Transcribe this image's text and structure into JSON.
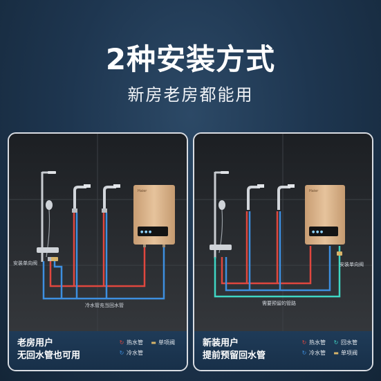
{
  "header": {
    "title": "2种安装方式",
    "subtitle": "新房老房都能用"
  },
  "brand": "Haier",
  "panels": [
    {
      "footer_line1": "老房用户",
      "footer_line2": "无回水管也可用",
      "pipe_note": "冷水管充当回水管",
      "valve_note": "安装单向阀",
      "legend": {
        "hot": "热水管",
        "valve": "单项阀",
        "cold": "冷水管"
      }
    },
    {
      "footer_line1": "新装用户",
      "footer_line2": "提前预留回水管",
      "pipe_note": "需要预留的管路",
      "valve_note": "安装单向阀",
      "legend": {
        "hot": "热水管",
        "return": "回水管",
        "cold": "冷水管",
        "valve": "单项阀"
      }
    }
  ],
  "colors": {
    "hot_pipe": "#e0473e",
    "cold_pipe": "#3d8fe0",
    "return_pipe": "#3fd6c4",
    "heater_body": "#d9b48c",
    "footer_bg": "#1f3b58"
  },
  "icons": {
    "hot": "red-circle-arrow-icon",
    "cold": "blue-circle-arrow-icon",
    "return": "teal-circle-arrow-icon",
    "valve": "gold-valve-icon"
  }
}
